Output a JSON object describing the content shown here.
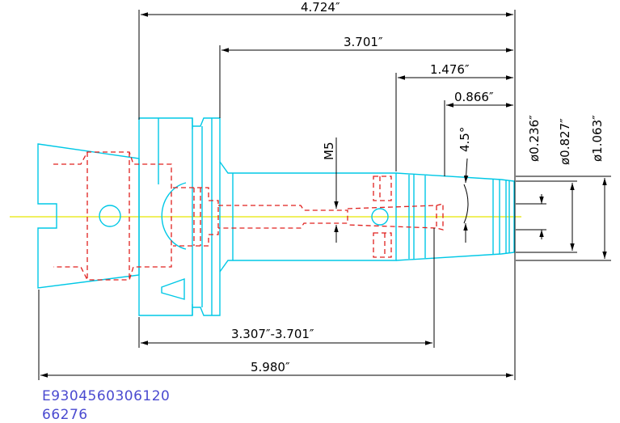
{
  "dimensions": {
    "overall_top": "4.724″",
    "gauge_length": "3.701″",
    "nose_length": "1.476″",
    "taper_length": "0.866″",
    "thread": "M5",
    "taper_angle": "4.5°",
    "dia_small": "ø0.236″",
    "dia_mid": "ø0.827″",
    "dia_large": "ø1.063″",
    "adjust_range": "3.307″-3.701″",
    "overall_total": "5.980″"
  },
  "codes": {
    "part_number": "E9304560306120",
    "item_number": "66276"
  },
  "colors": {
    "outline": "#00c8e6",
    "hidden": "#e0201e",
    "centerline": "#e8e800",
    "dimension": "#000000",
    "code_text": "#4a4ad0"
  }
}
